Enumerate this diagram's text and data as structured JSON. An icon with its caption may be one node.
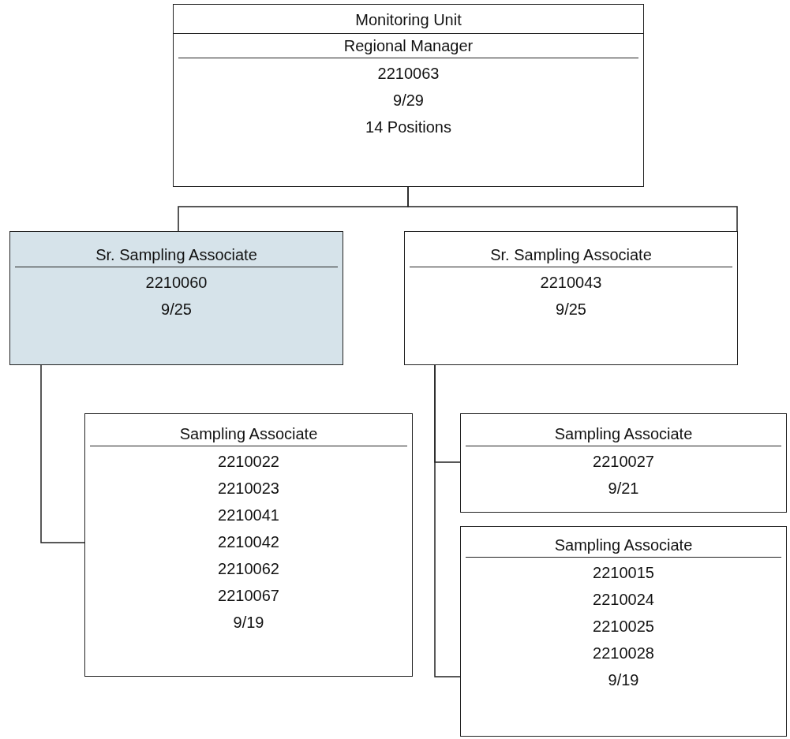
{
  "diagram": {
    "nodes": [
      {
        "text": [
          "Monitoring Unit",
          "Regional Manager",
          "2210063",
          "9/29",
          "14 Positions"
        ]
      },
      {
        "text": [
          "Sr. Sampling Associate",
          "2210060",
          "9/25"
        ]
      },
      {
        "text": [
          "Sr. Sampling Associate",
          "2210043",
          "9/25"
        ]
      },
      {
        "text": [
          "Sampling Associate",
          "2210022",
          "2210023",
          "2210041",
          "2210042",
          "2210062",
          "2210067",
          "9/19"
        ]
      },
      {
        "text": [
          "Sampling Associate",
          "2210027",
          "9/21"
        ]
      },
      {
        "text": [
          "Sampling Associate",
          "2210015",
          "2210024",
          "2210025",
          "2210028",
          "9/19"
        ]
      }
    ],
    "edges": [
      {
        "from": 0,
        "to": 1,
        "arrow": "none"
      },
      {
        "from": 0,
        "to": 2,
        "arrow": "none"
      },
      {
        "from": 1,
        "to": 3,
        "arrow": "none"
      },
      {
        "from": 2,
        "to": 4,
        "arrow": "none"
      },
      {
        "from": 2,
        "to": 5,
        "arrow": "none"
      }
    ]
  }
}
